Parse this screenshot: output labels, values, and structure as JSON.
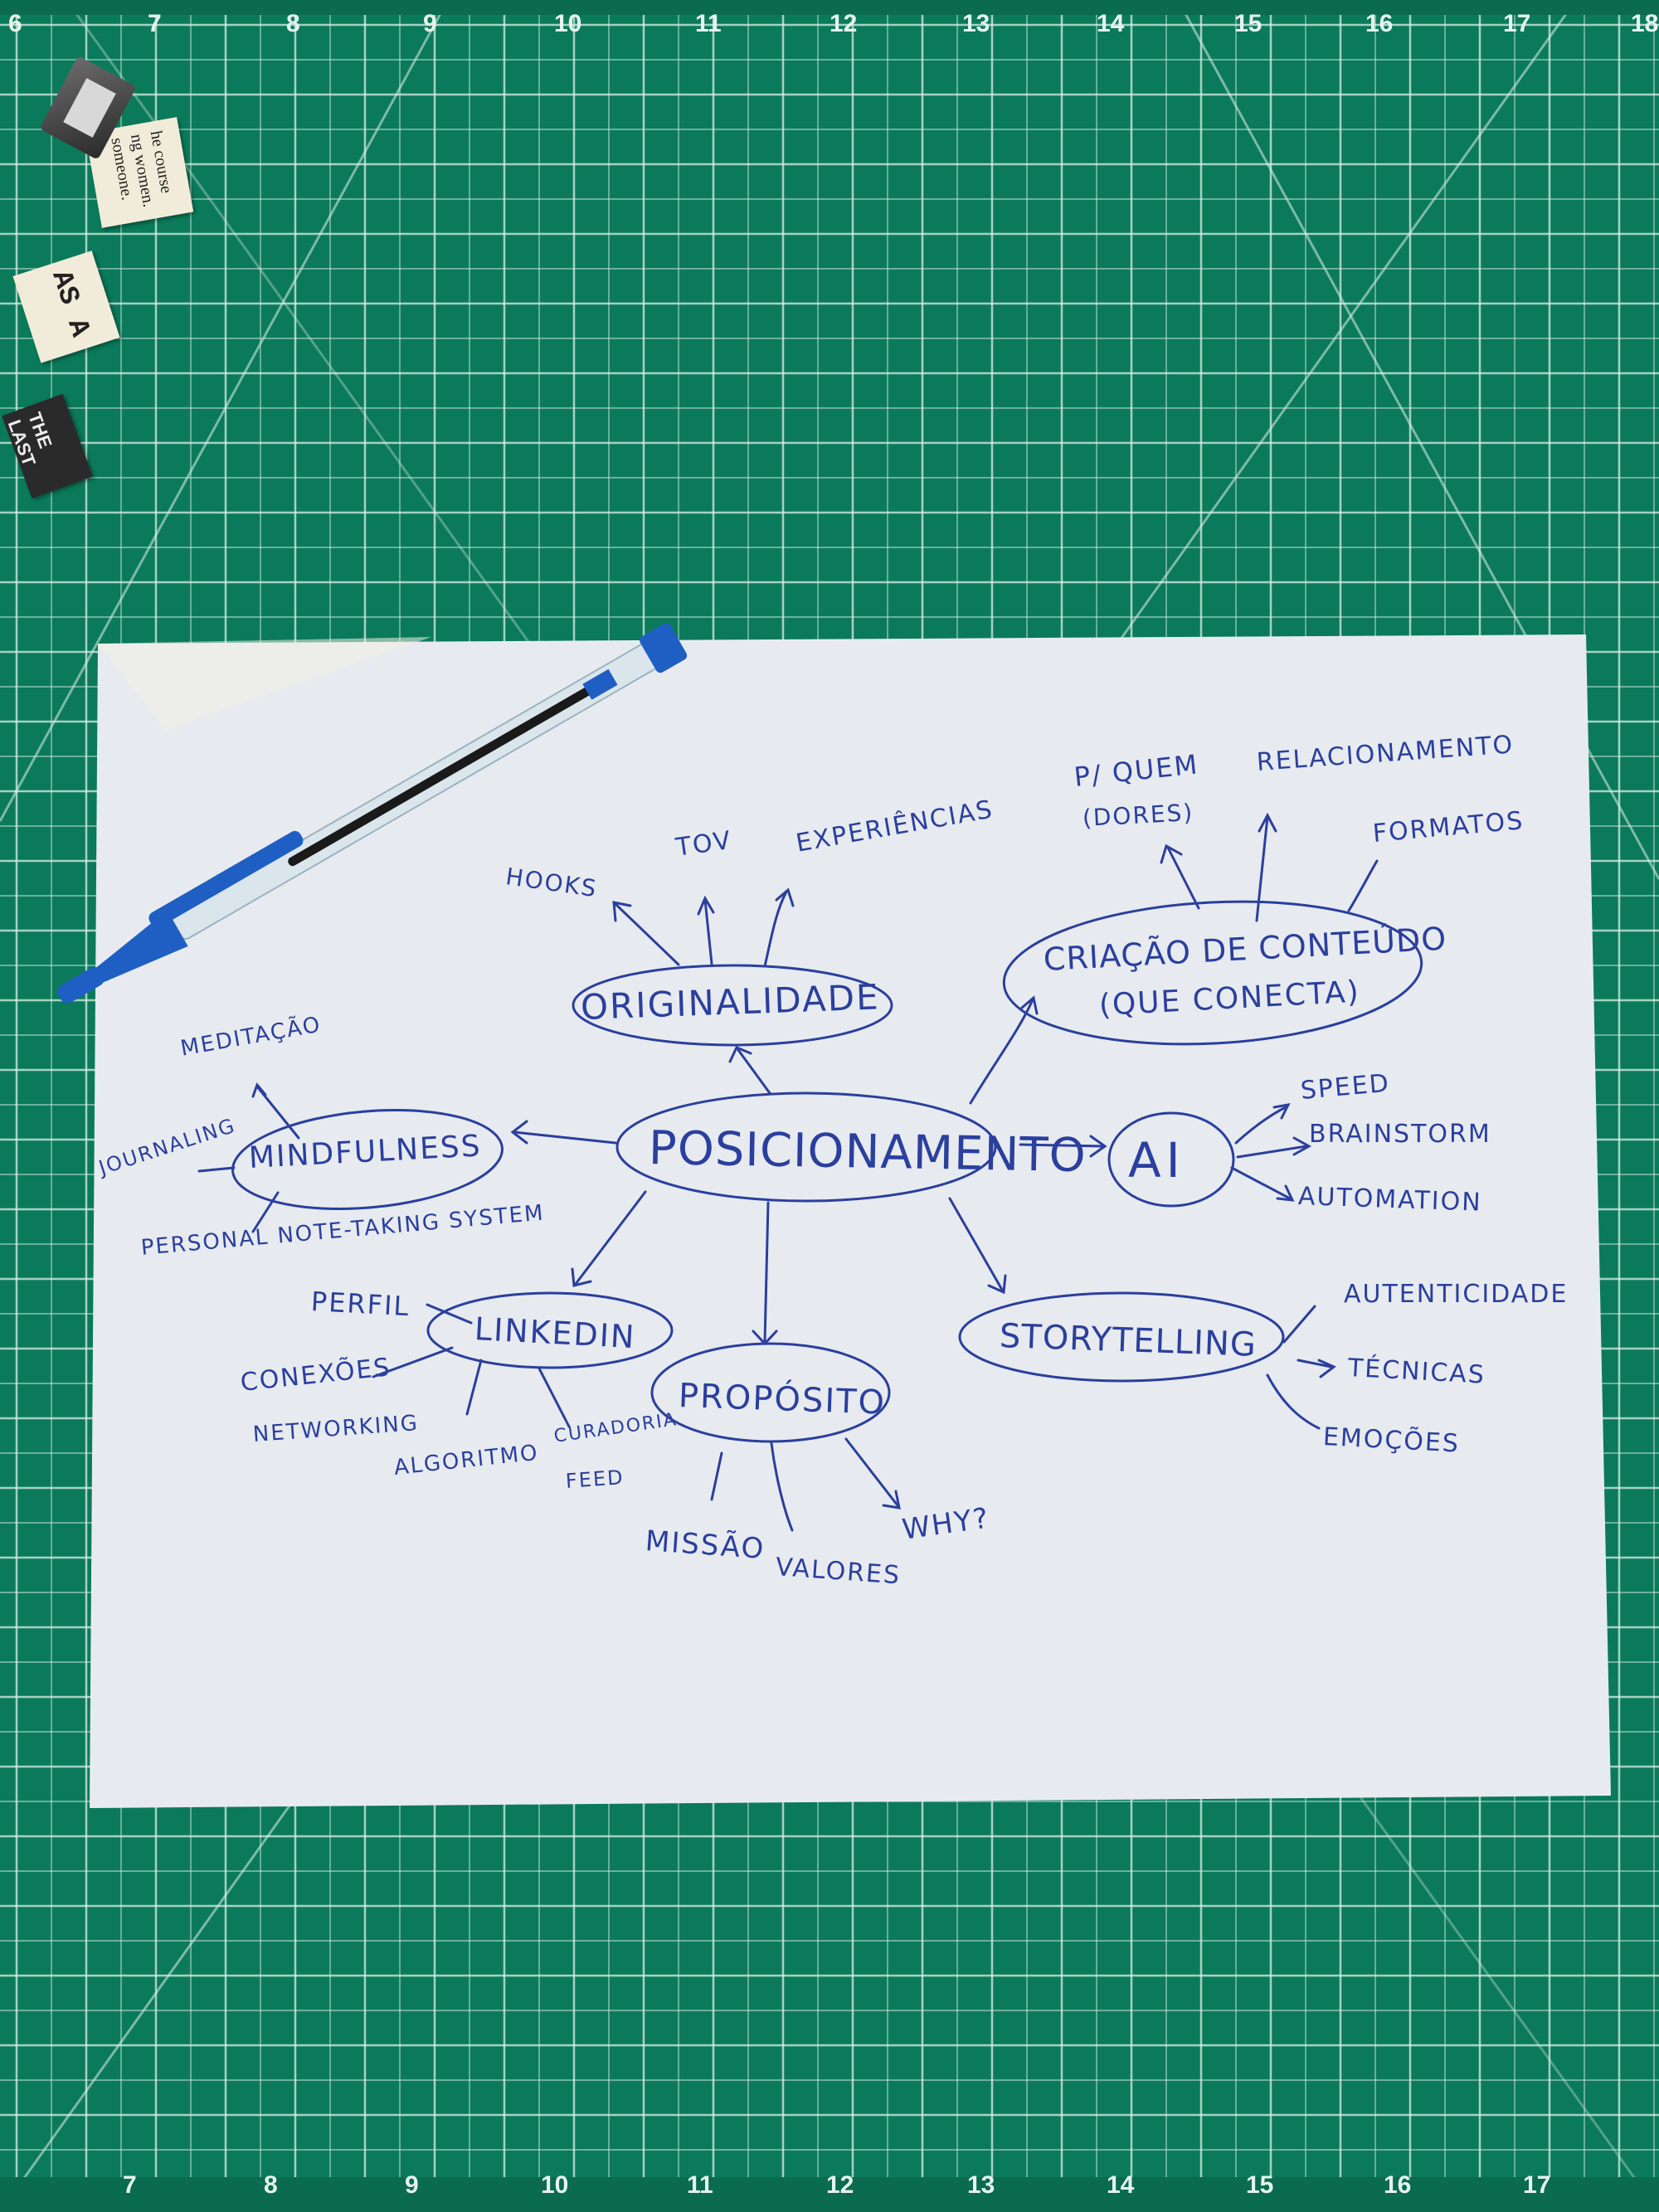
{
  "mat": {
    "colors": {
      "background": "#0b7a5a",
      "grid": "#d9efe7",
      "paper": "#e7ebef",
      "ink": "#2b3f9e",
      "pen": "#1f5fc4"
    },
    "ruler_top": [
      "6",
      "7",
      "8",
      "9",
      "10",
      "11",
      "12",
      "13",
      "14",
      "15",
      "16",
      "17",
      "18"
    ],
    "ruler_bottom": [
      "7",
      "8",
      "9",
      "10",
      "11",
      "12",
      "13",
      "14",
      "15",
      "16",
      "17"
    ]
  },
  "scraps": {
    "scrap_1_lines": [
      "he course",
      "ng women.",
      "someone."
    ],
    "scrap_2": "AS A",
    "scrap_3": "THE LAST"
  },
  "mindmap": {
    "center": "POSICIONAMENTO",
    "originalidade": {
      "label": "ORIGINALIDADE",
      "items": [
        "HOOKS",
        "TOV",
        "EXPERIÊNCIAS"
      ]
    },
    "criacao": {
      "label_line1": "CRIAÇÃO DE CONTEÚDO",
      "label_line2": "(QUE CONECTA)",
      "items": [
        "P/ QUEM",
        "(DORES)",
        "RELACIONAMENTO",
        "FORMATOS"
      ]
    },
    "ai": {
      "label": "AI",
      "items": [
        "SPEED",
        "BRAINSTORM",
        "AUTOMATION"
      ]
    },
    "storytelling": {
      "label": "STORYTELLING",
      "items": [
        "AUTENTICIDADE",
        "TÉCNICAS",
        "EMOÇÕES"
      ]
    },
    "proposito": {
      "label": "PROPÓSITO",
      "items": [
        "MISSÃO",
        "VALORES",
        "WHY?"
      ]
    },
    "linkedin": {
      "label": "LINKEDIN",
      "items": [
        "PERFIL",
        "CONEXÕES",
        "NETWORKING",
        "ALGORITMO",
        "CURADORIA",
        "FEED"
      ]
    },
    "mindfulness": {
      "label": "MINDFULNESS",
      "items": [
        "MEDITAÇÃO",
        "JOURNALING",
        "PERSONAL NOTE-TAKING SYSTEM"
      ]
    }
  }
}
